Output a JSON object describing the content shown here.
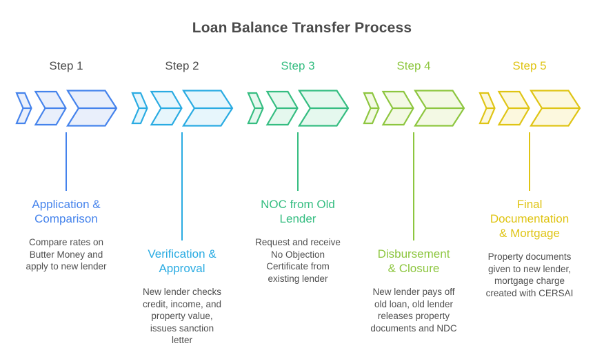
{
  "title": "Loan Balance Transfer Process",
  "title_color": "#4A4A4A",
  "description_color": "#4F4F4F",
  "steps": [
    {
      "label": "Step 1",
      "label_color": "#4D4D4D",
      "accent": "#4583EC",
      "chevron_fill": "#E9EFFB",
      "icon": "triple-chevron-right-icon",
      "heading_lines": [
        "Application &",
        "Comparison"
      ],
      "description_lines": [
        "Compare rates on",
        "Butter Money and",
        "apply to new lender"
      ]
    },
    {
      "label": "Step 2",
      "label_color": "#4D4D4D",
      "accent": "#29ABE2",
      "chevron_fill": "#E7F6FC",
      "icon": "triple-chevron-right-icon",
      "heading_lines": [
        "Verification &",
        "Approval"
      ],
      "description_lines": [
        "New lender checks",
        "credit, income, and",
        "property value,",
        "issues sanction",
        "letter"
      ]
    },
    {
      "label": "Step 3",
      "label_color": "#35BD81",
      "accent": "#35BD81",
      "chevron_fill": "#E5F8EE",
      "icon": "triple-chevron-right-icon",
      "heading_lines": [
        "NOC from Old",
        "Lender"
      ],
      "description_lines": [
        "Request and receive",
        "No Objection",
        "Certificate from",
        "existing lender"
      ]
    },
    {
      "label": "Step 4",
      "label_color": "#8DC63F",
      "accent": "#8DC63F",
      "chevron_fill": "#F3F9E4",
      "icon": "triple-chevron-right-icon",
      "heading_lines": [
        "Disbursement",
        "& Closure"
      ],
      "description_lines": [
        "New lender pays off",
        "old loan, old lender",
        "releases property",
        "documents and NDC"
      ]
    },
    {
      "label": "Step 5",
      "label_color": "#DFC414",
      "accent": "#DFC414",
      "chevron_fill": "#FCF8DE",
      "icon": "triple-chevron-right-icon",
      "heading_lines": [
        "Final",
        "Documentation",
        "& Mortgage"
      ],
      "description_lines": [
        "Property documents",
        "given to new lender,",
        "mortgage charge",
        "created with CERSAI"
      ]
    }
  ]
}
